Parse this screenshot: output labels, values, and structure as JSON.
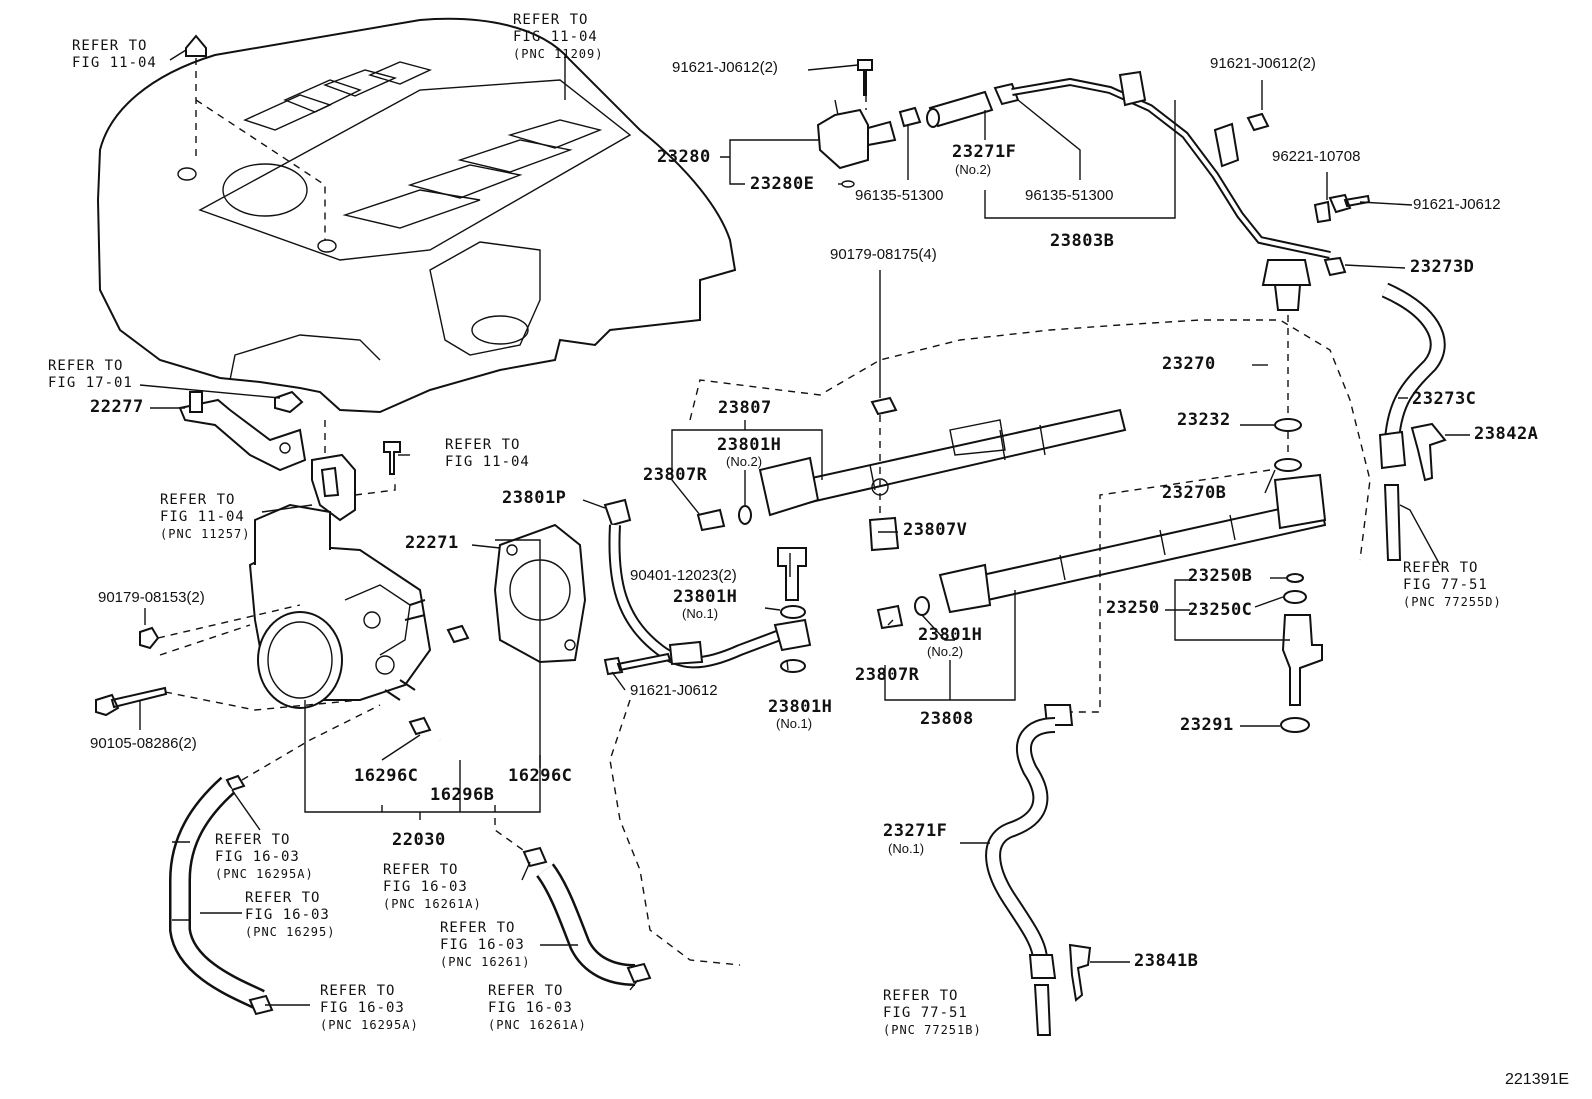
{
  "diagram_id": "221391E",
  "refs": {
    "cover_top_left": {
      "line1": "REFER TO",
      "line2": "FIG 11-04"
    },
    "cover_top": {
      "line1": "REFER TO",
      "line2": "FIG 11-04",
      "line3": "(PNC 11209)"
    },
    "bracket_left": {
      "line1": "REFER TO",
      "line2": "FIG 17-01"
    },
    "bolt_mid": {
      "line1": "REFER TO",
      "line2": "FIG 11-04"
    },
    "bracket_11257": {
      "line1": "REFER TO",
      "line2": "FIG 11-04",
      "line3": "(PNC 11257)"
    },
    "hose_16295A_top": {
      "line1": "REFER TO",
      "line2": "FIG 16-03",
      "line3": "(PNC 16295A)"
    },
    "hose_16295": {
      "line1": "REFER TO",
      "line2": "FIG 16-03",
      "line3": "(PNC 16295)"
    },
    "hose_16295A_bottom": {
      "line1": "REFER TO",
      "line2": "FIG 16-03",
      "line3": "(PNC 16295A)"
    },
    "hose_16261A_top": {
      "line1": "REFER TO",
      "line2": "FIG 16-03",
      "line3": "(PNC 16261A)"
    },
    "hose_16261": {
      "line1": "REFER TO",
      "line2": "FIG 16-03",
      "line3": "(PNC 16261)"
    },
    "hose_16261A_bottom": {
      "line1": "REFER TO",
      "line2": "FIG 16-03",
      "line3": "(PNC 16261A)"
    },
    "fuel_77255D": {
      "line1": "REFER TO",
      "line2": "FIG 77-51",
      "line3": "(PNC 77255D)"
    },
    "fuel_77251B": {
      "line1": "REFER TO",
      "line2": "FIG 77-51",
      "line3": "(PNC 77251B)"
    }
  },
  "parts": {
    "p91621_top": "91621-J0612(2)",
    "p91621_right_top": "91621-J0612(2)",
    "p23280": "23280",
    "p23280E": "23280E",
    "p96135_a": "96135-51300",
    "p23271F_no2": "23271F",
    "p23271F_no2_sub": "(No.2)",
    "p96135_b": "96135-51300",
    "p23803B": "23803B",
    "p96221": "96221-10708",
    "p91621_right": "91621-J0612",
    "p23273D": "23273D",
    "p23270": "23270",
    "p23232": "23232",
    "p23273C": "23273C",
    "p23842A": "23842A",
    "p90179_4": "90179-08175(4)",
    "p23807": "23807",
    "p23801H_no2_a": "23801H",
    "p23801H_no2_a_sub": "(No.2)",
    "p23807R_a": "23807R",
    "p23801P": "23801P",
    "p22277": "22277",
    "p22271": "22271",
    "p23807V": "23807V",
    "p23270B": "23270B",
    "p90401": "90401-12023(2)",
    "p23801H_no1_a": "23801H",
    "p23801H_no1_a_sub": "(No.1)",
    "p90179_2": "90179-08153(2)",
    "p23250B": "23250B",
    "p23250": "23250",
    "p23250C": "23250C",
    "p23801H_no2_b": "23801H",
    "p23801H_no2_b_sub": "(No.2)",
    "p91621_mid": "91621-J0612",
    "p23807R_b": "23807R",
    "p23801H_no1_b": "23801H",
    "p23801H_no1_b_sub": "(No.1)",
    "p90105": "90105-08286(2)",
    "p23808": "23808",
    "p23291": "23291",
    "p16296C_a": "16296C",
    "p16296B": "16296B",
    "p16296C_b": "16296C",
    "p22030": "22030",
    "p23271F_no1": "23271F",
    "p23271F_no1_sub": "(No.1)",
    "p23841B": "23841B"
  }
}
